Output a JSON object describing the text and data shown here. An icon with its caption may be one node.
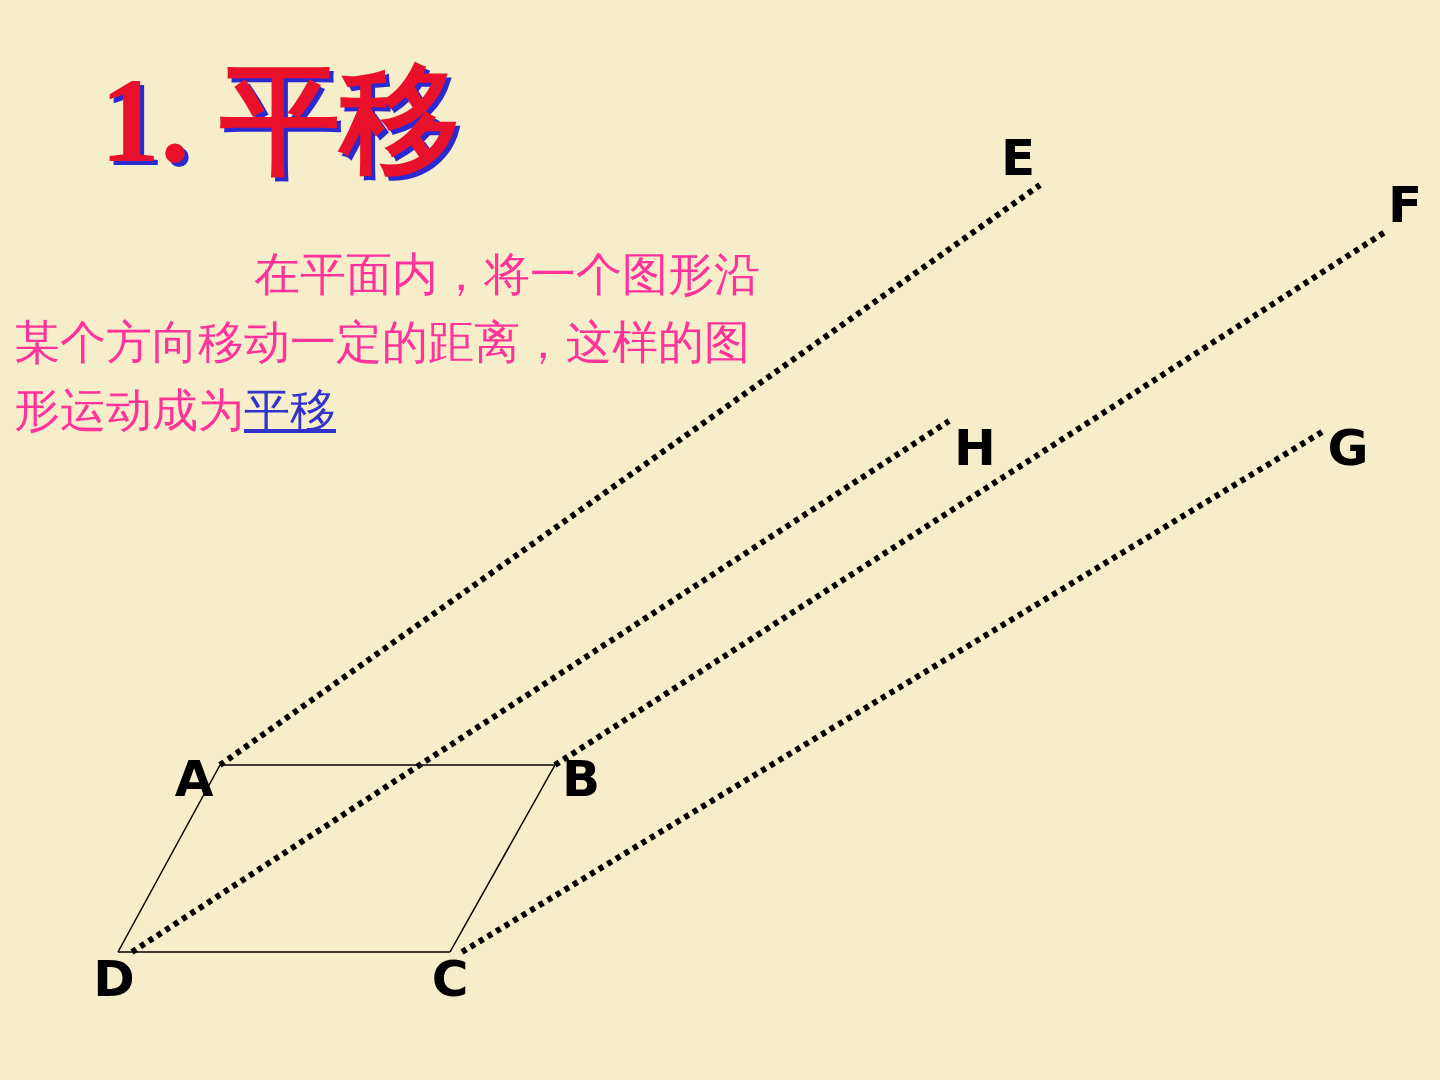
{
  "diagram": {
    "title": "1. 平移",
    "nodes": [
      {
        "text": [
          "E"
        ]
      },
      {
        "text": [
          "F"
        ]
      },
      {
        "text": [
          "H"
        ]
      },
      {
        "text": [
          "G"
        ]
      },
      {
        "text": [
          "A"
        ]
      },
      {
        "text": [
          "B"
        ]
      },
      {
        "text": [
          "D"
        ]
      },
      {
        "text": [
          "C"
        ]
      }
    ],
    "edges": [
      {
        "from": 4,
        "to": 5,
        "arrow": "none"
      },
      {
        "from": 5,
        "to": 7,
        "arrow": "none"
      },
      {
        "from": 7,
        "to": 6,
        "arrow": "none"
      },
      {
        "from": 6,
        "to": 4,
        "arrow": "none"
      },
      {
        "from": 4,
        "to": 0,
        "arrow": "none",
        "style": "dashed"
      },
      {
        "from": 5,
        "to": 1,
        "arrow": "none",
        "style": "dashed"
      },
      {
        "from": 6,
        "to": 2,
        "arrow": "none",
        "style": "dashed"
      },
      {
        "from": 7,
        "to": 3,
        "arrow": "none",
        "style": "dashed"
      }
    ],
    "labels": [
      "在平面内，将一个图形沿某个方向移动一定的距离，这样的图形运动成为",
      "平移"
    ]
  }
}
